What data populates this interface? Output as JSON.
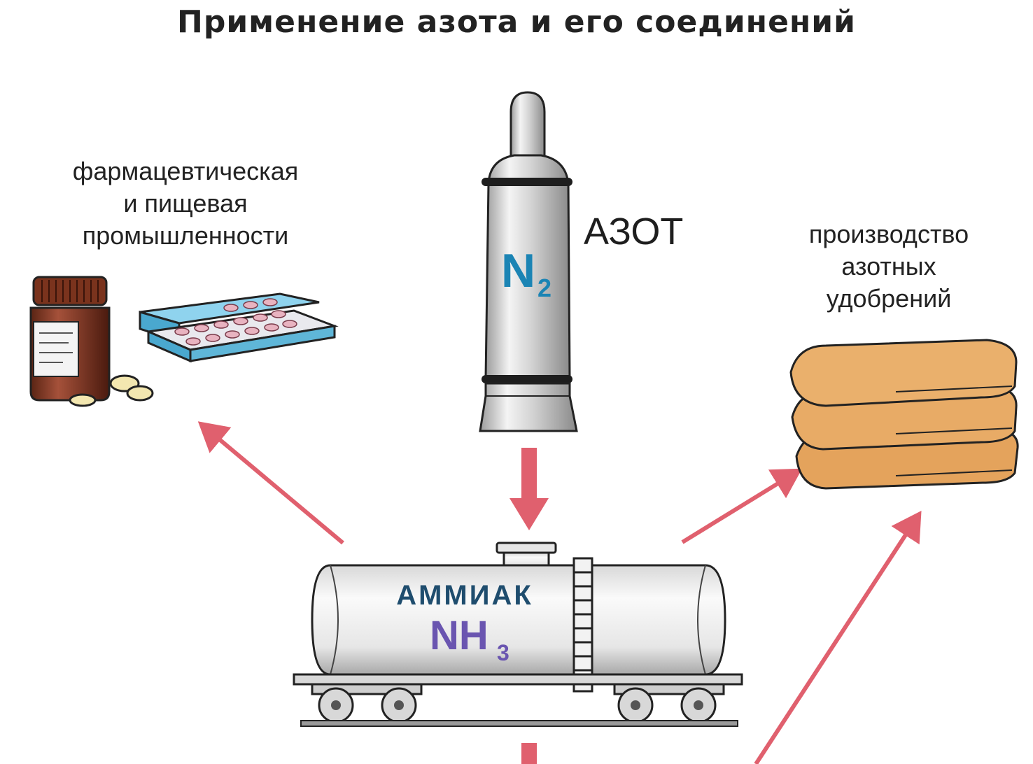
{
  "title": "Применение азота и его соединений",
  "labels": {
    "pharma": [
      "фармацевтическая",
      "и пищевая",
      "промышленности"
    ],
    "fertilizers": [
      "производство",
      "азотных",
      "удобрений"
    ],
    "nitrogen": "АЗОТ"
  },
  "cylinder": {
    "formula_main": "N",
    "formula_sub": "2"
  },
  "tank": {
    "name": "АММИАК",
    "formula_main": "NH",
    "formula_sub": "3"
  },
  "colors": {
    "arrow": "#e0606e",
    "formula_n2": "#1b84b4",
    "ammonia_name": "#1f4d6e",
    "formula_nh3": "#6a55b0",
    "bags": "#e4a35c",
    "pill_box": "#5fb6d8",
    "jar": "#8a3a22"
  },
  "icons": [
    "gas-cylinder-icon",
    "tank-car-icon",
    "medicine-jar-icon",
    "pill-blister-icon",
    "fertilizer-bags-icon"
  ]
}
